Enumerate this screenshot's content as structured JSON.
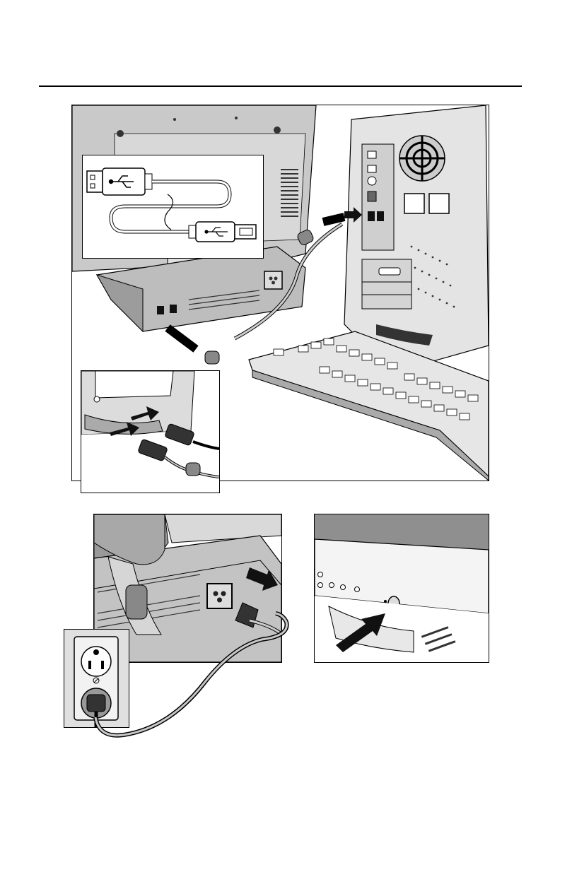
{
  "page": {
    "header_rule": "horizontal-rule"
  },
  "figures": {
    "usb_connection": "usb-cable-connection-illustration",
    "usb_cable_inset": "usb-cable-a-to-b-inset",
    "keyboard_connection_inset": "keyboard-cable-connection-inset",
    "power_connection": "power-cord-connection-illustration",
    "wall_outlet_inset": "wall-outlet-inset",
    "power_button": "power-button-illustration"
  },
  "icons": [
    "usb-icon",
    "arrow-icon",
    "power-socket-icon",
    "outlet-icon"
  ],
  "colors": {
    "line": "#000000",
    "fill_light": "#e6e6e6",
    "fill_mid": "#b8b8b8",
    "fill_dark": "#5a5a5a",
    "arrow": "#1a1a1a"
  }
}
